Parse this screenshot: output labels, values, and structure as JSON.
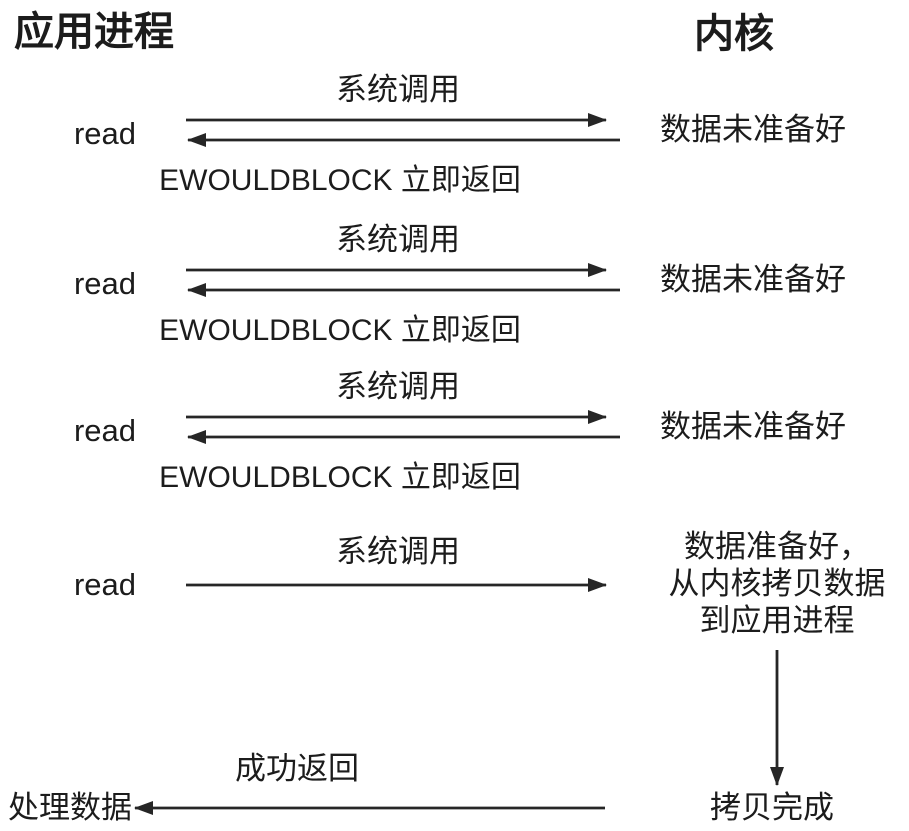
{
  "headers": {
    "app": "应用进程",
    "kernel": "内核"
  },
  "rounds": [
    {
      "caller": "read",
      "request": "系统调用",
      "response": "EWOULDBLOCK 立即返回",
      "kernel_state": "数据未准备好"
    },
    {
      "caller": "read",
      "request": "系统调用",
      "response": "EWOULDBLOCK 立即返回",
      "kernel_state": "数据未准备好"
    },
    {
      "caller": "read",
      "request": "系统调用",
      "response": "EWOULDBLOCK 立即返回",
      "kernel_state": "数据未准备好"
    }
  ],
  "final_call": {
    "caller": "read",
    "request": "系统调用",
    "kernel_state_lines": [
      "数据准备好，",
      "从内核拷贝数据",
      "到应用进程"
    ]
  },
  "completion": {
    "kernel_state": "拷贝完成",
    "response": "成功返回",
    "caller_action": "处理数据"
  },
  "colors": {
    "ink": "#1c1c1c",
    "line": "#262626",
    "background": "#ffffff"
  }
}
